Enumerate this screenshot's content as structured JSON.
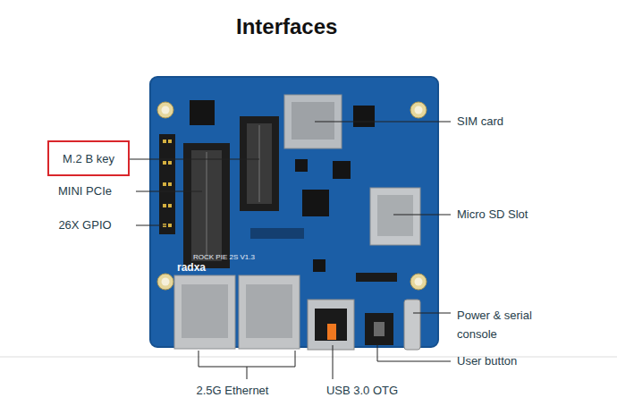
{
  "diagram": {
    "title": "Interfaces",
    "nodes": [
      {
        "text": [
          "M.2 B key"
        ]
      }
    ],
    "labels": [
      "MINI PCIe",
      "26X GPIO",
      "SIM card",
      "Micro SD Slot",
      "Power & serial console",
      "User button",
      "2.5G Ethernet",
      "USB 3.0 OTG",
      "ROCK PIE 2S V1.3",
      "radxa"
    ]
  }
}
